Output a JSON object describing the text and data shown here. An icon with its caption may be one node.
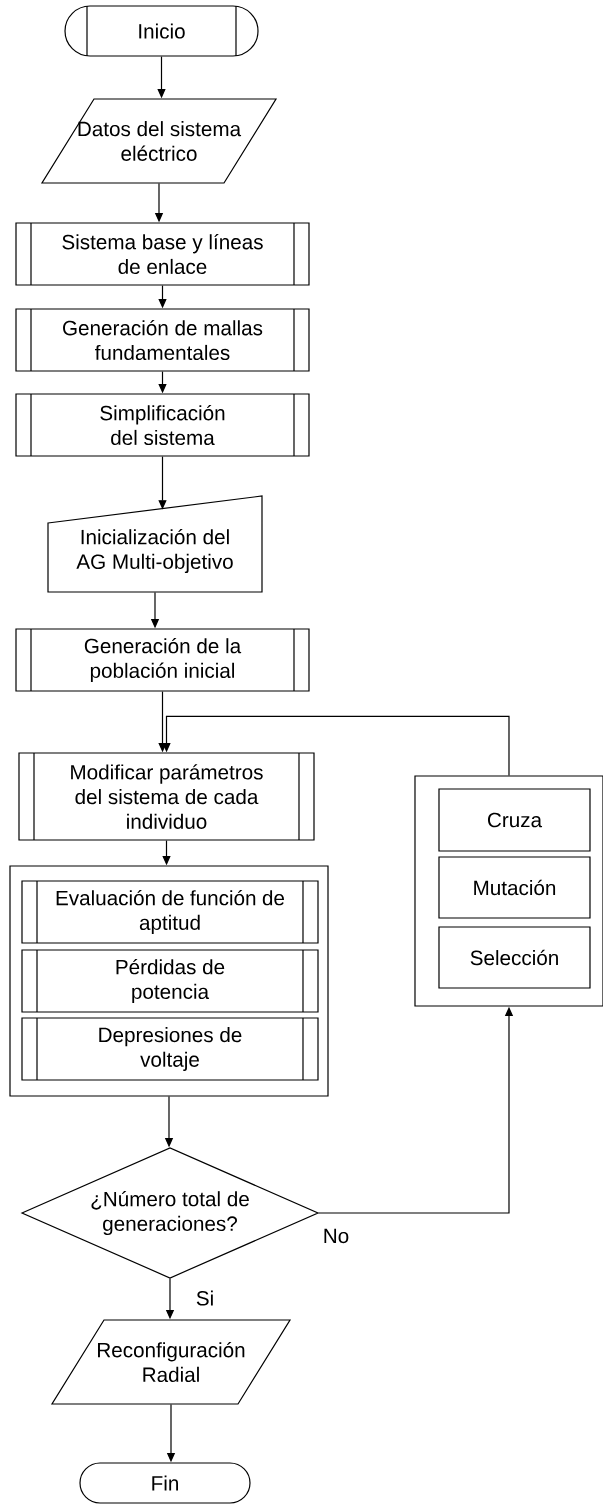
{
  "diagram": {
    "nodes": [
      {
        "text": [
          "Inicio"
        ]
      },
      {
        "text": [
          "Datos del sistema eléctrico"
        ]
      },
      {
        "text": [
          "Sistema base y líneas de enlace"
        ]
      },
      {
        "text": [
          "Generación de mallas fundamentales"
        ]
      },
      {
        "text": [
          "Simplificación del sistema"
        ]
      },
      {
        "text": [
          "Inicialización del AG Multi-objetivo"
        ]
      },
      {
        "text": [
          "Generación de la población inicial"
        ]
      },
      {
        "text": [
          "Modificar parámetros del sistema de cada individuo"
        ]
      },
      {
        "text": [],
        "shape": "box"
      },
      {
        "text": [
          "Evaluación de función de aptitud"
        ],
        "in": 8
      },
      {
        "text": [
          "Pérdidas de potencia"
        ],
        "in": 8
      },
      {
        "text": [
          "Depresiones de voltaje"
        ],
        "in": 8
      },
      {
        "text": [],
        "shape": "box"
      },
      {
        "text": [
          "Cruza"
        ],
        "in": 12
      },
      {
        "text": [
          "Mutación"
        ],
        "in": 12
      },
      {
        "text": [
          "Selección"
        ],
        "in": 12
      },
      {
        "text": [
          "¿Número total de generaciones?"
        ]
      },
      {
        "text": [
          "Reconfiguración Radial"
        ]
      },
      {
        "text": [
          "Fin"
        ]
      }
    ],
    "edges": [
      {
        "from": 0,
        "to": 1,
        "arrow": "to"
      },
      {
        "from": 1,
        "to": 2,
        "arrow": "to"
      },
      {
        "from": 2,
        "to": 3,
        "arrow": "to"
      },
      {
        "from": 3,
        "to": 4,
        "arrow": "to"
      },
      {
        "from": 4,
        "to": 5,
        "arrow": "to"
      },
      {
        "from": 5,
        "to": 6,
        "arrow": "to"
      },
      {
        "from": 6,
        "to": 7,
        "arrow": "to"
      },
      {
        "from": 12,
        "to": 7,
        "arrow": "to"
      },
      {
        "from": 7,
        "to": 8,
        "arrow": "to"
      },
      {
        "from": 8,
        "to": 16,
        "arrow": "to"
      },
      {
        "from": 16,
        "to": 17,
        "arrow": "to",
        "label": "Si"
      },
      {
        "from": 16,
        "to": 12,
        "arrow": "to",
        "label": "No"
      },
      {
        "from": 17,
        "to": 18,
        "arrow": "to"
      }
    ]
  }
}
